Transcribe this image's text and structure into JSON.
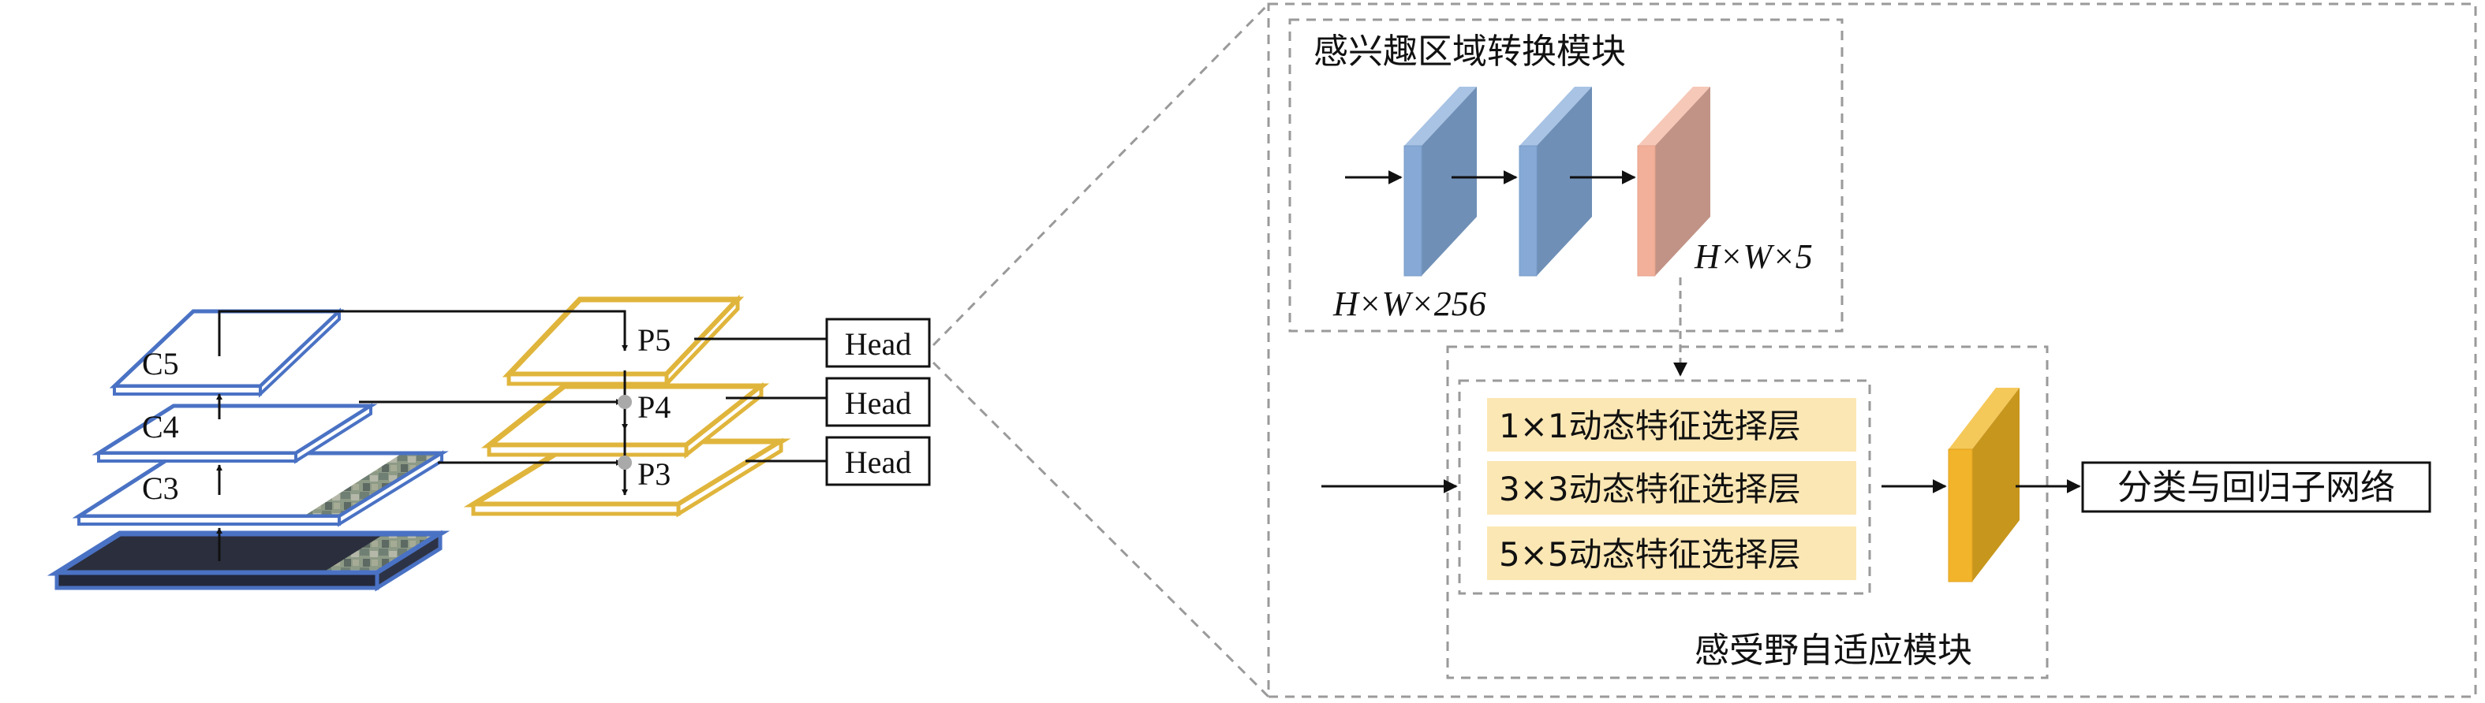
{
  "backbone": {
    "layers": [
      {
        "id": "C5",
        "label": "C5"
      },
      {
        "id": "C4",
        "label": "C4"
      },
      {
        "id": "C3",
        "label": "C3"
      }
    ]
  },
  "fpn": {
    "levels": [
      {
        "id": "P5",
        "label": "P5"
      },
      {
        "id": "P4",
        "label": "P4"
      },
      {
        "id": "P3",
        "label": "P3"
      }
    ]
  },
  "heads": [
    {
      "label": "Head"
    },
    {
      "label": "Head"
    },
    {
      "label": "Head"
    }
  ],
  "roi_module": {
    "title": "感兴趣区域转换模块",
    "dim1": "H×W×256",
    "dim2": "H×W×5"
  },
  "rf_module": {
    "title": "感受野自适应模块",
    "layers": [
      "1×1动态特征选择层",
      "3×3动态特征选择层",
      "5×5动态特征选择层"
    ]
  },
  "output_box": {
    "label": "分类与回归子网络"
  },
  "colors": {
    "backbone_outline": "#4a72c4",
    "fpn_outline": "#e0b53c",
    "blue_block_front": "#86a9d6",
    "blue_block_side": "#6f8fb6",
    "salmon_block_front": "#f2b09a",
    "salmon_block_side": "#c19386",
    "orange_block_front": "#f2b42a",
    "orange_block_side": "#c7961c",
    "layer_fill": "#fbe7b4",
    "dashed_line": "#9a9a9a"
  }
}
